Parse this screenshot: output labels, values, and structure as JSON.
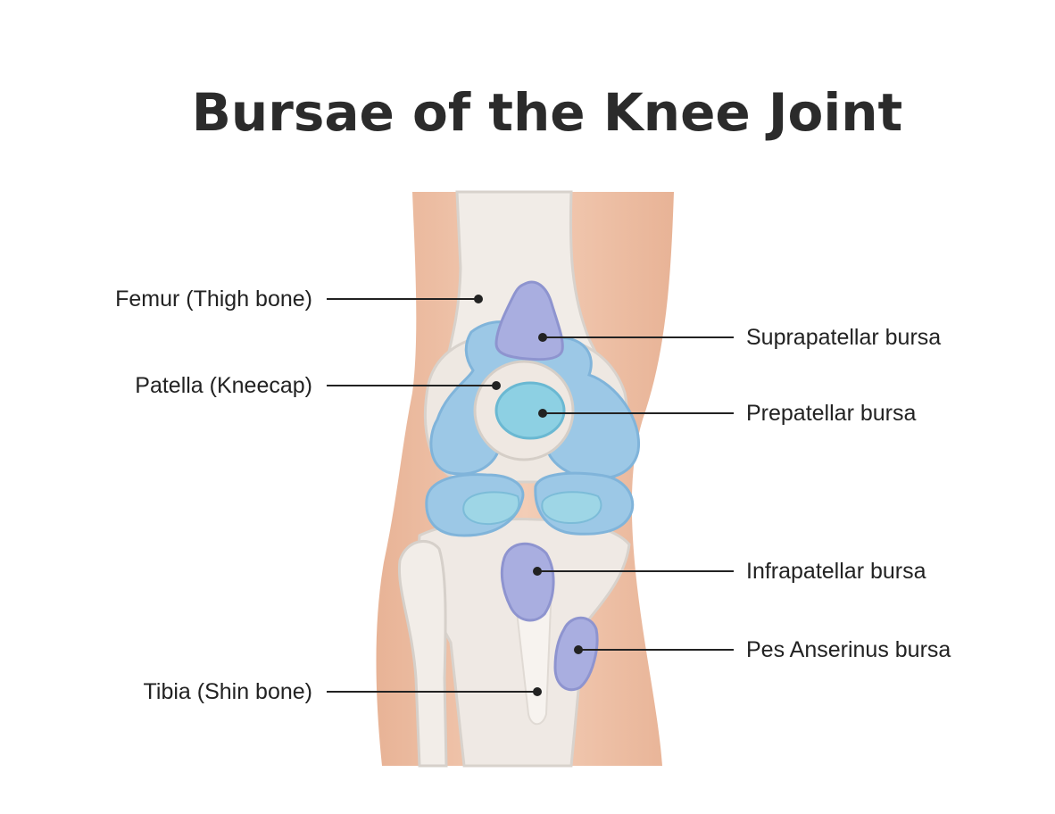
{
  "title": "Bursae of the Knee Joint",
  "labels": {
    "femur": "Femur (Thigh bone)",
    "patella": "Patella (Kneecap)",
    "tibia": "Tibia (Shin bone)",
    "suprapatellar": "Suprapatellar bursa",
    "prepatellar": "Prepatellar bursa",
    "infrapatellar": "Infrapatellar bursa",
    "pes_anserinus": "Pes Anserinus bursa"
  },
  "colors": {
    "skin": "#efc2a6",
    "bone": "#f1ece7",
    "cartilage": "#9cc8e6",
    "bursa": "#a9aee0",
    "prepatellar": "#8dd0e3",
    "leader": "#222222"
  }
}
